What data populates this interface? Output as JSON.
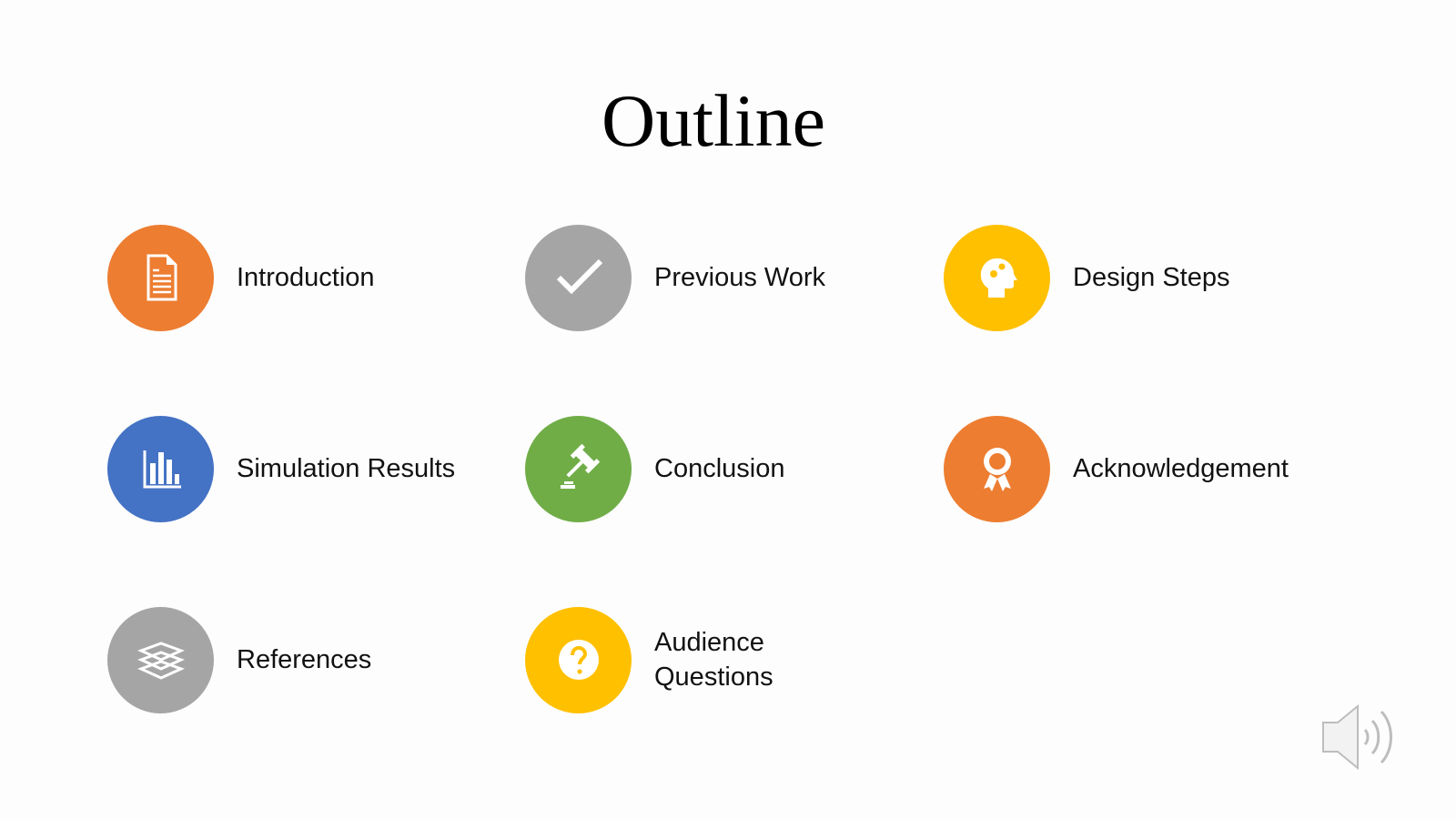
{
  "slide": {
    "title": "Outline",
    "items": [
      {
        "label": "Introduction",
        "icon": "document-icon",
        "color": "#ED7D31"
      },
      {
        "label": "Previous Work",
        "icon": "checkmark-icon",
        "color": "#A5A5A5"
      },
      {
        "label": "Design Steps",
        "icon": "head-gears-icon",
        "color": "#FFC000"
      },
      {
        "label": "Simulation Results",
        "icon": "bar-chart-icon",
        "color": "#4472C4"
      },
      {
        "label": "Conclusion",
        "icon": "gavel-icon",
        "color": "#70AD47"
      },
      {
        "label": "Acknowledgement",
        "icon": "award-ribbon-icon",
        "color": "#ED7D31"
      },
      {
        "label": "References",
        "icon": "books-icon",
        "color": "#A5A5A5"
      },
      {
        "label": "Audience\nQuestions",
        "icon": "question-mark-icon",
        "color": "#FFC000"
      }
    ]
  }
}
